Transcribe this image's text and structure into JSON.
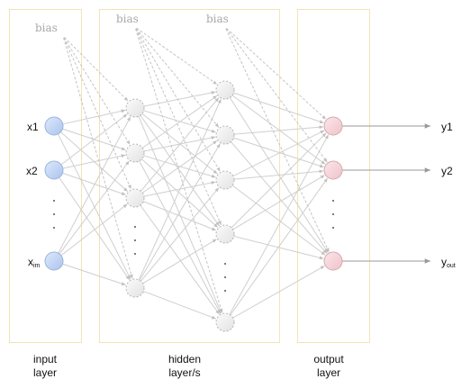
{
  "bias_label": "bias",
  "inputs": [
    "x1",
    "x2",
    "x"
  ],
  "input_subscript": "im",
  "outputs": [
    "y1",
    "y2",
    "y"
  ],
  "output_subscript": "out",
  "captions": {
    "input": [
      "input",
      "layer"
    ],
    "hidden": [
      "hidden",
      "layer/s"
    ],
    "output": [
      "output",
      "layer"
    ]
  },
  "colors": {
    "input_node": "#c6d9f4",
    "hidden_node": "#f2f2f2",
    "output_node": "#f6d8dc",
    "panel_border": "#f3e3b4",
    "edge": "#cfcfcf",
    "bias_text": "#a8a8a8"
  }
}
